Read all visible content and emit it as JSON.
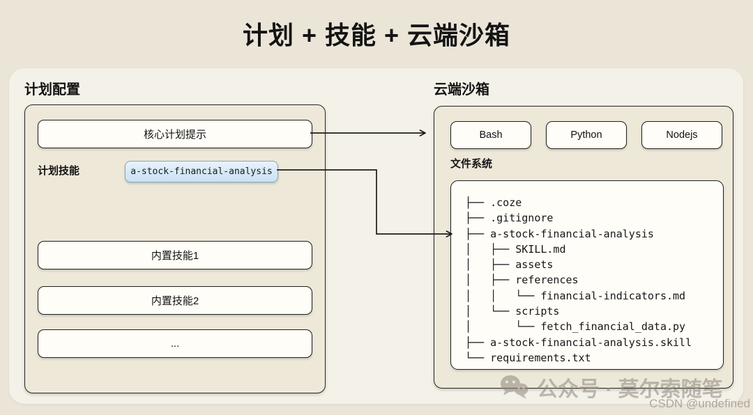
{
  "title": "计划 + 技能 + 云端沙箱",
  "left_panel": {
    "header": "计划配置",
    "core_prompt": "核心计划提示",
    "skill_label": "计划技能",
    "skill_value": "a-stock-financial-analysis",
    "builtin_skills": [
      "内置技能1",
      "内置技能2",
      "..."
    ]
  },
  "right_panel": {
    "header": "云端沙箱",
    "runtimes": [
      "Bash",
      "Python",
      "Nodejs"
    ],
    "filesystem_label": "文件系统",
    "file_tree": [
      "├── .coze",
      "├── .gitignore",
      "├── a-stock-financial-analysis",
      "│   ├── SKILL.md",
      "│   ├── assets",
      "│   ├── references",
      "│   │   └── financial-indicators.md",
      "│   └── scripts",
      "│       └── fetch_financial_data.py",
      "├── a-stock-financial-analysis.skill",
      "└── requirements.txt"
    ]
  },
  "watermarks": {
    "wechat": "公众号 · 莫尔索随笔",
    "csdn": "CSDN @undefined",
    "wechat_icon": "wechat-icon"
  },
  "colors": {
    "background": "#ebe5d8",
    "panel_background": "#f4f1e8",
    "section_fill": "#eee8d9",
    "box_fill": "#fefdf8",
    "accent_blue_bg": "#d7eaf8",
    "accent_blue_border": "#7ea9c8",
    "line": "#1c1c1c",
    "watermark_gray": "#8e887c"
  }
}
